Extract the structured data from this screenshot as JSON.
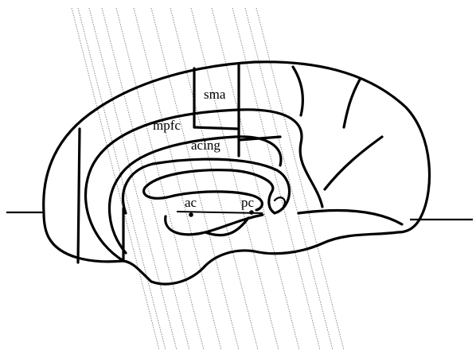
{
  "labels": {
    "sma": "sma",
    "mpfc": "mpfc",
    "acing": "acing",
    "ac": "ac",
    "pc": "pc"
  },
  "colors": {
    "line": "#000000",
    "slice": "#8a8a8a",
    "background": "#ffffff"
  }
}
